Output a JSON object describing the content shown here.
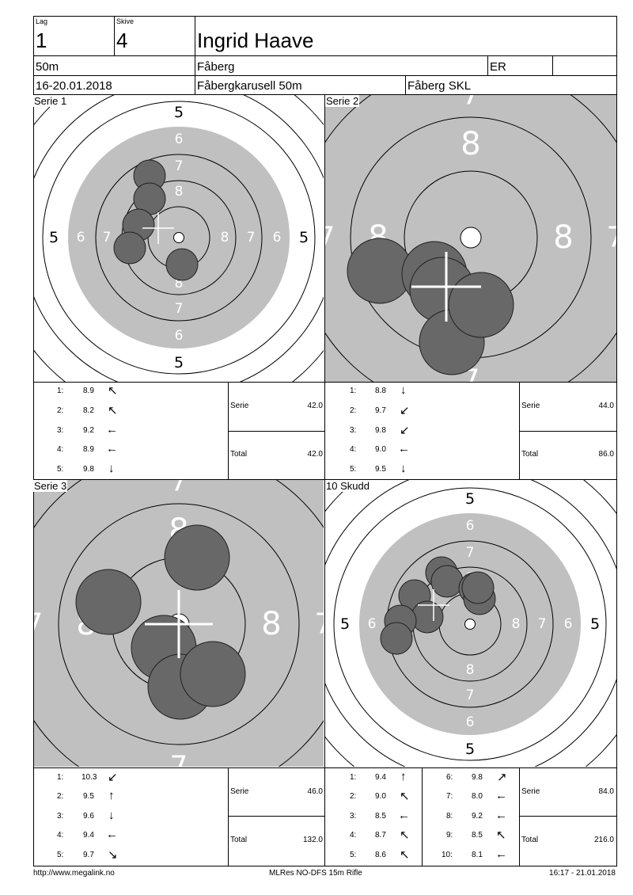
{
  "header": {
    "lag_label": "Lag",
    "lag_value": "1",
    "skive_label": "Skive",
    "skive_value": "4",
    "name": "Ingrid Haave",
    "distance": "50m",
    "place": "Fåberg",
    "class": "ER",
    "date": "16-20.01.2018",
    "competition": "Fåbergkarusell 50m",
    "club": "Fåberg SKL"
  },
  "panels": [
    {
      "title": "Serie 1",
      "summary": {
        "serie_label": "Serie",
        "serie_value": "42.0",
        "total_label": "Total",
        "total_value": "42.0"
      },
      "shots": [
        {
          "n": "1:",
          "score": "8.9",
          "arrow": "↖"
        },
        {
          "n": "2:",
          "score": "8.2",
          "arrow": "↖"
        },
        {
          "n": "3:",
          "score": "9.2",
          "arrow": "←"
        },
        {
          "n": "4:",
          "score": "8.9",
          "arrow": "←"
        },
        {
          "n": "5:",
          "score": "9.8",
          "arrow": "↓"
        }
      ]
    },
    {
      "title": "Serie 2",
      "summary": {
        "serie_label": "Serie",
        "serie_value": "44.0",
        "total_label": "Total",
        "total_value": "86.0"
      },
      "shots": [
        {
          "n": "1:",
          "score": "8.8",
          "arrow": "↓"
        },
        {
          "n": "2:",
          "score": "9.7",
          "arrow": "↙"
        },
        {
          "n": "3:",
          "score": "9.8",
          "arrow": "↙"
        },
        {
          "n": "4:",
          "score": "9.0",
          "arrow": "←"
        },
        {
          "n": "5:",
          "score": "9.5",
          "arrow": "↓"
        }
      ]
    },
    {
      "title": "Serie 3",
      "summary": {
        "serie_label": "Serie",
        "serie_value": "46.0",
        "total_label": "Total",
        "total_value": "132.0"
      },
      "shots": [
        {
          "n": "1:",
          "score": "10.3",
          "arrow": "↙"
        },
        {
          "n": "2:",
          "score": "9.5",
          "arrow": "↑"
        },
        {
          "n": "3:",
          "score": "9.6",
          "arrow": "↓"
        },
        {
          "n": "4:",
          "score": "9.4",
          "arrow": "←"
        },
        {
          "n": "5:",
          "score": "9.7",
          "arrow": "↘"
        }
      ]
    },
    {
      "title": "10 Skudd",
      "summary": {
        "serie_label": "Serie",
        "serie_value": "84.0",
        "total_label": "Total",
        "total_value": "216.0"
      },
      "shots": [
        {
          "n": "1:",
          "score": "9.4",
          "arrow": "↑"
        },
        {
          "n": "2:",
          "score": "9.0",
          "arrow": "↖"
        },
        {
          "n": "3:",
          "score": "8.5",
          "arrow": "←"
        },
        {
          "n": "4:",
          "score": "8.7",
          "arrow": "↖"
        },
        {
          "n": "5:",
          "score": "8.6",
          "arrow": "↖"
        },
        {
          "n": "6:",
          "score": "9.8",
          "arrow": "↗"
        },
        {
          "n": "7:",
          "score": "8.0",
          "arrow": "←"
        },
        {
          "n": "8:",
          "score": "9.2",
          "arrow": "←"
        },
        {
          "n": "9:",
          "score": "8.5",
          "arrow": "↖"
        },
        {
          "n": "10:",
          "score": "8.1",
          "arrow": "←"
        }
      ]
    }
  ],
  "target_labels": {
    "serie1": [
      "5",
      "6",
      "7",
      "8"
    ],
    "zoom": [
      "7",
      "8"
    ],
    "skudd": [
      "5",
      "6",
      "7",
      "8"
    ]
  },
  "colors": {
    "grey_zone": "#c0c0c0",
    "hole": "#686868",
    "hole_stroke": "#222222"
  },
  "footer": {
    "left": "http://www.megalink.no",
    "center": "MLRes NO-DFS 15m Rifle",
    "right": "16:17 - 21.01.2018"
  }
}
